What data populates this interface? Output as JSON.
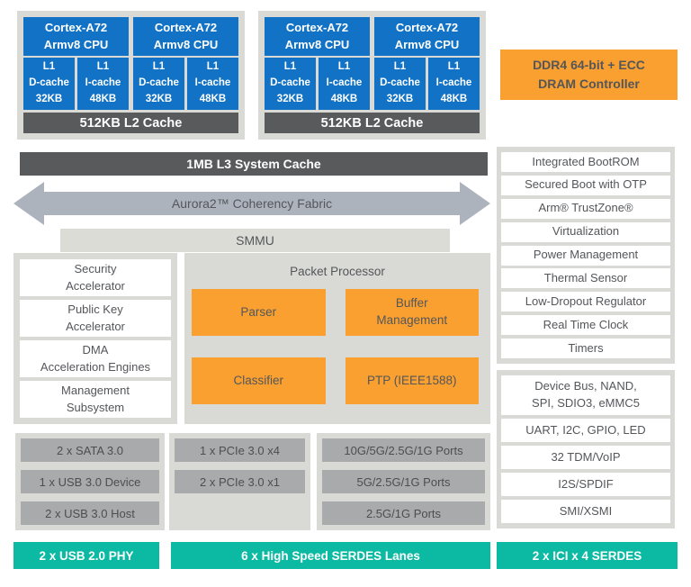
{
  "title": "SoC block diagram",
  "colors": {
    "cpu_blue": "#1273c6",
    "bar_dark_gray": "#595a5c",
    "accent_orange": "#f9a030",
    "accent_teal": "#0cbaa4",
    "panel_gray": "#d9d9d5",
    "io_box_gray": "#a8aaac",
    "fabric_arrow_gray": "#adb3bd",
    "smmu_gray": "#dcdcd7",
    "text_gray": "#54565a"
  },
  "clusters": [
    {
      "cpus": [
        {
          "name": "Cortex-A72\nArmv8 CPU",
          "l1d": "L1\nD-cache\n32KB",
          "l1i": "L1\nI-cache\n48KB"
        },
        {
          "name": "Cortex-A72\nArmv8 CPU",
          "l1d": "L1\nD-cache\n32KB",
          "l1i": "L1\nI-cache\n48KB"
        }
      ],
      "l2": "512KB L2 Cache"
    },
    {
      "cpus": [
        {
          "name": "Cortex-A72\nArmv8 CPU",
          "l1d": "L1\nD-cache\n32KB",
          "l1i": "L1\nI-cache\n48KB"
        },
        {
          "name": "Cortex-A72\nArmv8 CPU",
          "l1d": "L1\nD-cache\n32KB",
          "l1i": "L1\nI-cache\n48KB"
        }
      ],
      "l2": "512KB L2 Cache"
    }
  ],
  "ddr": "DDR4 64-bit + ECC\nDRAM Controller",
  "l3": "1MB L3 System Cache",
  "fabric": "Aurora2™ Coherency Fabric",
  "smmu": "SMMU",
  "left_column": {
    "items": [
      "Security\nAccelerator",
      "Public Key\nAccelerator",
      "DMA\nAcceleration Engines",
      "Management\nSubsystem"
    ]
  },
  "packet": {
    "title": "Packet Processor",
    "blocks": [
      "Parser",
      "Buffer\nManagement",
      "Classifier",
      "PTP (IEEE1588)"
    ]
  },
  "right_top": {
    "items": [
      "Integrated BootROM",
      "Secured Boot with OTP",
      "Arm® TrustZone®",
      "Virtualization",
      "Power Management",
      "Thermal Sensor",
      "Low-Dropout Regulator",
      "Real Time Clock",
      "Timers"
    ]
  },
  "right_bottom": {
    "items": [
      "Device Bus, NAND,\nSPI, SDIO3, eMMC5",
      "UART, I2C, GPIO, LED",
      "32 TDM/VoIP",
      "I2S/SPDIF",
      "SMI/XSMI"
    ]
  },
  "io_storage": {
    "items": [
      "2 x SATA 3.0",
      "1 x USB 3.0 Device",
      "2 x USB 3.0 Host"
    ]
  },
  "io_pcie": {
    "items": [
      "1 x PCIe 3.0 x4",
      "2 x PCIe 3.0 x1"
    ]
  },
  "io_ports": {
    "items": [
      "10G/5G/2.5G/1G Ports",
      "5G/2.5G/1G Ports",
      "2.5G/1G Ports"
    ]
  },
  "bottom_bars": [
    "2 x USB 2.0 PHY",
    "6 x High Speed SERDES Lanes",
    "2 x ICI x 4 SERDES"
  ]
}
